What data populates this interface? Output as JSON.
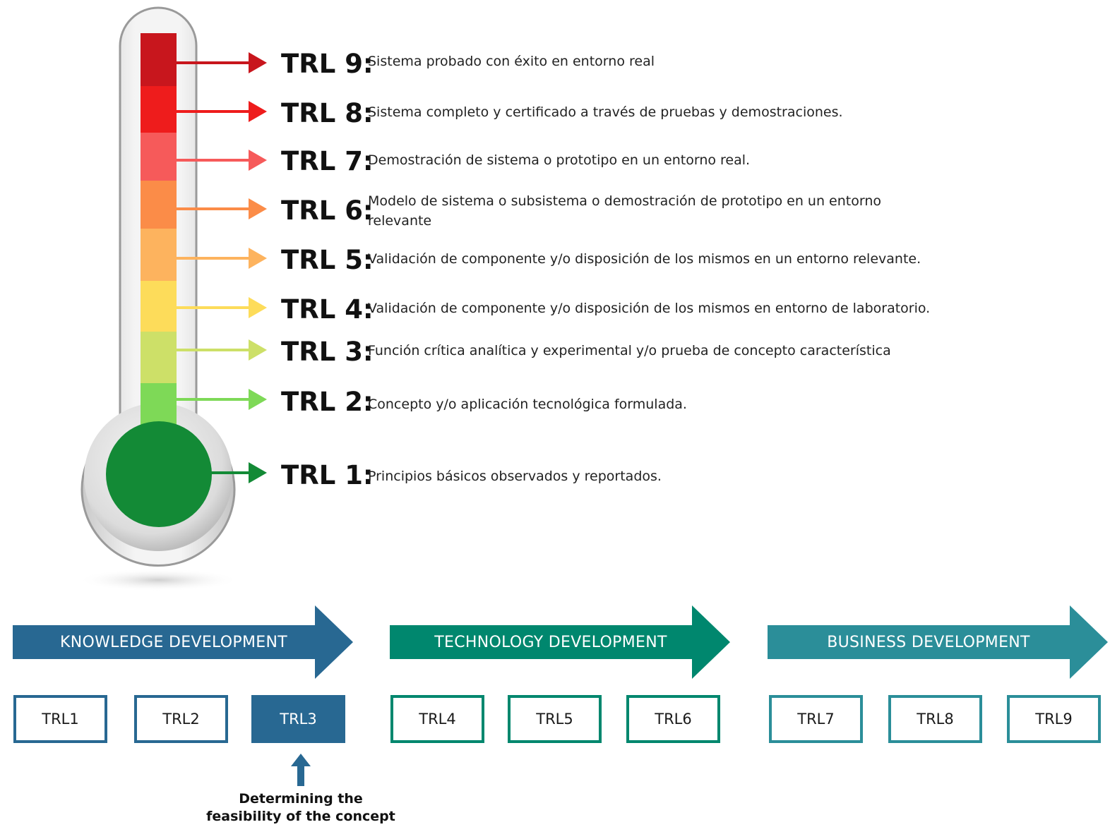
{
  "levels": [
    {
      "label": "TRL 9:",
      "description": "Sistema probado con éxito en entorno real",
      "color": "#c8161d"
    },
    {
      "label": "TRL 8:",
      "description": "Sistema completo y certificado a través de pruebas y demostraciones.",
      "color": "#ee1c1c"
    },
    {
      "label": "TRL 7:",
      "description": "Demostración de sistema o prototipo en un entorno real.",
      "color": "#f65a5a"
    },
    {
      "label": "TRL 6:",
      "description": "Modelo de sistema o subsistema o demostración de prototipo en un entorno relevante",
      "color": "#fb8c48"
    },
    {
      "label": "TRL 5:",
      "description": "Validación de componente y/o disposición de los mismos en un entorno relevante.",
      "color": "#fdb35e"
    },
    {
      "label": "TRL 4:",
      "description": "Validación de componente y/o disposición de los mismos en entorno de laboratorio.",
      "color": "#fddc5a"
    },
    {
      "label": "TRL 3:",
      "description": "Función crítica analítica y experimental y/o prueba de concepto característica",
      "color": "#cde068"
    },
    {
      "label": "TRL 2:",
      "description": "Concepto y/o aplicación tecnológica formulada.",
      "color": "#7ed957"
    },
    {
      "label": "TRL 1:",
      "description": "Principios básicos observados y reportados.",
      "color": "#138a36"
    }
  ],
  "phases": [
    {
      "label": "KNOWLEDGE DEVELOPMENT",
      "color": "#286892"
    },
    {
      "label": "TECHNOLOGY DEVELOPMENT",
      "color": "#00876e"
    },
    {
      "label": "BUSINESS DEVELOPMENT",
      "color": "#2b8e99"
    }
  ],
  "boxes": [
    "TRL1",
    "TRL2",
    "TRL3",
    "TRL4",
    "TRL5",
    "TRL6",
    "TRL7",
    "TRL8",
    "TRL9"
  ],
  "active_box": "TRL3",
  "note": "Determining the feasibility of the concept"
}
